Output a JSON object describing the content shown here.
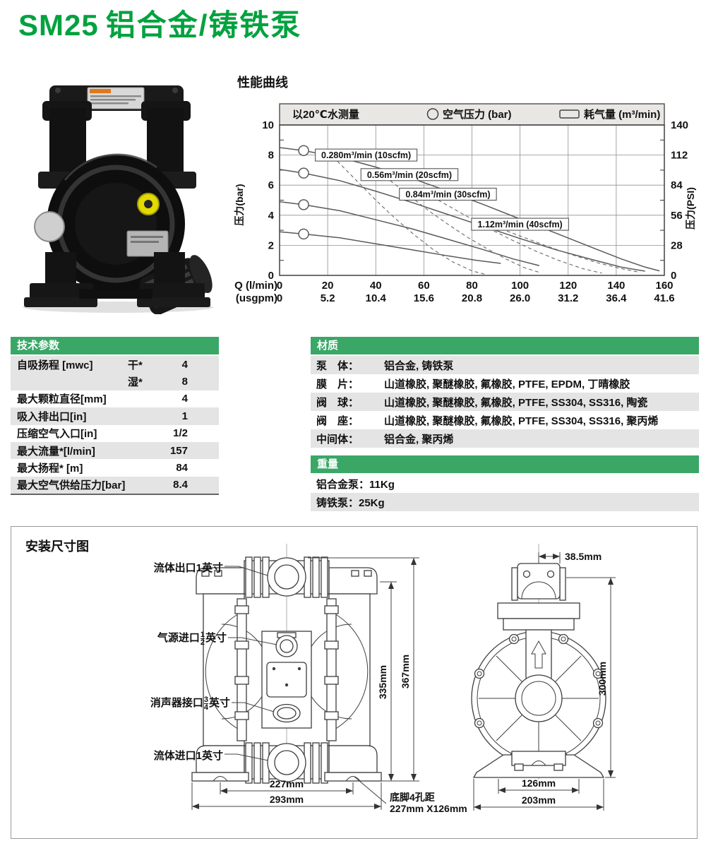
{
  "page": {
    "model": "SM25",
    "product": "铝合金/铸铁泵"
  },
  "colors": {
    "title_green": "#00a23f",
    "section_green": "#3aa767",
    "row_gray": "#e4e4e4",
    "legend_gray": "#e9e7e4"
  },
  "chart_data": {
    "type": "line",
    "title": "性能曲线",
    "header_note": "以20℃水测量",
    "legend_position": "top",
    "grid": true,
    "legend": [
      {
        "marker": "circle",
        "label": "空气压力 (bar)"
      },
      {
        "marker": "box",
        "label": "耗气量 (m³/min)"
      }
    ],
    "x_axis": {
      "max": 160,
      "row_labels": [
        "Q (l/min)",
        "Q (usgpm)"
      ],
      "ticks_lmin": [
        0,
        20,
        40,
        60,
        80,
        100,
        120,
        140,
        160
      ],
      "ticks_usgpm": [
        "0",
        "5.2",
        "10.4",
        "15.6",
        "20.8",
        "26.0",
        "31.2",
        "36.4",
        "41.6"
      ]
    },
    "y_axis_left": {
      "label": "压力(bar)",
      "max": 10,
      "ticks": [
        10,
        8,
        6,
        4,
        2,
        0
      ]
    },
    "y_axis_right": {
      "label": "压力(PSI)",
      "ticks": [
        140,
        112,
        84,
        56,
        28,
        0
      ]
    },
    "series": [
      {
        "name": "discharge-8.4bar",
        "style": "solid",
        "marker_at": 10,
        "points": [
          [
            0,
            8.5
          ],
          [
            10,
            8.3
          ],
          [
            25,
            7.85
          ],
          [
            40,
            7.2
          ],
          [
            55,
            6.45
          ],
          [
            70,
            5.6
          ],
          [
            85,
            4.7
          ],
          [
            100,
            3.75
          ],
          [
            115,
            2.8
          ],
          [
            130,
            1.85
          ],
          [
            142,
            1.1
          ],
          [
            152,
            0.55
          ],
          [
            158,
            0.3
          ]
        ]
      },
      {
        "name": "discharge-7bar",
        "style": "solid",
        "marker_at": 10,
        "points": [
          [
            0,
            7.05
          ],
          [
            10,
            6.8
          ],
          [
            25,
            6.3
          ],
          [
            40,
            5.6
          ],
          [
            55,
            4.85
          ],
          [
            70,
            4.05
          ],
          [
            85,
            3.25
          ],
          [
            100,
            2.45
          ],
          [
            115,
            1.7
          ],
          [
            130,
            1.05
          ],
          [
            142,
            0.55
          ],
          [
            152,
            0.28
          ]
        ]
      },
      {
        "name": "discharge-4.9bar",
        "style": "solid",
        "marker_at": 10,
        "points": [
          [
            0,
            4.9
          ],
          [
            10,
            4.7
          ],
          [
            25,
            4.3
          ],
          [
            40,
            3.7
          ],
          [
            55,
            3.1
          ],
          [
            70,
            2.4
          ],
          [
            85,
            1.7
          ],
          [
            97,
            1.1
          ],
          [
            108,
            0.65
          ]
        ]
      },
      {
        "name": "discharge-2.9bar",
        "style": "solid",
        "marker_at": 10,
        "points": [
          [
            0,
            2.9
          ],
          [
            10,
            2.75
          ],
          [
            25,
            2.5
          ],
          [
            40,
            2.1
          ],
          [
            55,
            1.7
          ],
          [
            70,
            1.3
          ],
          [
            82,
            1.0
          ],
          [
            92,
            0.8
          ]
        ]
      },
      {
        "name": "consumption-10scfm",
        "style": "dashed",
        "points": [
          [
            24,
            7.6
          ],
          [
            32,
            6.3
          ],
          [
            40,
            5.0
          ],
          [
            48,
            3.8
          ],
          [
            56,
            2.7
          ],
          [
            64,
            1.7
          ],
          [
            72,
            0.9
          ],
          [
            80,
            0.3
          ],
          [
            86,
            0.05
          ]
        ]
      },
      {
        "name": "consumption-20scfm",
        "style": "dashed",
        "points": [
          [
            46,
            6.3
          ],
          [
            54,
            5.3
          ],
          [
            62,
            4.3
          ],
          [
            70,
            3.4
          ],
          [
            78,
            2.55
          ],
          [
            86,
            1.8
          ],
          [
            94,
            1.1
          ],
          [
            102,
            0.5
          ],
          [
            108,
            0.2
          ]
        ]
      },
      {
        "name": "consumption-30scfm",
        "style": "dashed",
        "points": [
          [
            66,
            5.0
          ],
          [
            76,
            4.1
          ],
          [
            86,
            3.2
          ],
          [
            96,
            2.4
          ],
          [
            106,
            1.65
          ],
          [
            116,
            1.0
          ],
          [
            126,
            0.45
          ],
          [
            134,
            0.15
          ]
        ]
      },
      {
        "name": "consumption-40scfm",
        "style": "dashed",
        "points": [
          [
            92,
            3.1
          ],
          [
            102,
            2.5
          ],
          [
            112,
            1.9
          ],
          [
            122,
            1.35
          ],
          [
            132,
            0.85
          ],
          [
            142,
            0.45
          ],
          [
            150,
            0.2
          ]
        ]
      }
    ],
    "consumption_labels": [
      {
        "text": "0.280m³/min (10scfm)",
        "x": 36,
        "y": 8.0
      },
      {
        "text": "0.56m³/min (20scfm)",
        "x": 54,
        "y": 6.7
      },
      {
        "text": "0.84m³/min (30scfm)",
        "x": 70,
        "y": 5.4
      },
      {
        "text": "1.12m³/min (40scfm)",
        "x": 100,
        "y": 3.4
      }
    ]
  },
  "tech_table": {
    "header": "技术参数",
    "rows": [
      {
        "label": "自吸扬程 [mwc]",
        "sub": "干*",
        "value": "4"
      },
      {
        "label": "",
        "sub": "湿*",
        "value": "8"
      },
      {
        "label": "最大颗粒直径[mm]",
        "sub": "",
        "value": "4"
      },
      {
        "label": "吸入排出口[in]",
        "sub": "",
        "value": "1"
      },
      {
        "label": "压缩空气入口[in]",
        "sub": "",
        "value": "1/2"
      },
      {
        "label": "最大流量*[l/min]",
        "sub": "",
        "value": "157"
      },
      {
        "label": "最大扬程* [m]",
        "sub": "",
        "value": "84"
      },
      {
        "label": "最大空气供给压力[bar]",
        "sub": "",
        "value": "8.4"
      }
    ]
  },
  "materials": {
    "header": "材质",
    "rows": [
      {
        "label": "泵　体：",
        "value": "铝合金, 铸铁泵"
      },
      {
        "label": "膜　片：",
        "value": "山道橡胶, 聚醚橡胶, 氟橡胶, PTFE, EPDM, 丁晴橡胶"
      },
      {
        "label": "阀　球：",
        "value": "山道橡胶, 聚醚橡胶, 氟橡胶, PTFE, SS304, SS316, 陶瓷"
      },
      {
        "label": "阀　座：",
        "value": "山道橡胶, 聚醚橡胶, 氟橡胶, PTFE, SS304, SS316, 聚丙烯"
      },
      {
        "label": "中间体：",
        "value": "铝合金, 聚丙烯"
      }
    ]
  },
  "weight": {
    "header": "重量",
    "rows": [
      {
        "text": "铝合金泵：11Kg"
      },
      {
        "text": "铸铁泵：25Kg"
      }
    ]
  },
  "installation": {
    "title": "安装尺寸图",
    "callouts": {
      "outlet": {
        "text": "流体出口1英寸"
      },
      "air_inlet": {
        "prefix": "气源进口",
        "frac_num": "1",
        "frac_den": "2",
        "suffix": "英寸"
      },
      "muffler": {
        "prefix": "消声器接口",
        "frac_num": "3",
        "frac_den": "4",
        "suffix": "英寸"
      },
      "inlet": {
        "text": "流体进口1英寸"
      }
    },
    "dims": {
      "front_width_feet": "227mm",
      "front_width_total": "293mm",
      "front_height_body": "335mm",
      "front_height_total": "367mm",
      "foot_note_line1": "底脚4孔距",
      "foot_note_line2": "227mm X126mm",
      "side_offset_top": "38.5mm",
      "side_height": "300mm",
      "side_width_feet": "126mm",
      "side_width_total": "203mm"
    }
  }
}
